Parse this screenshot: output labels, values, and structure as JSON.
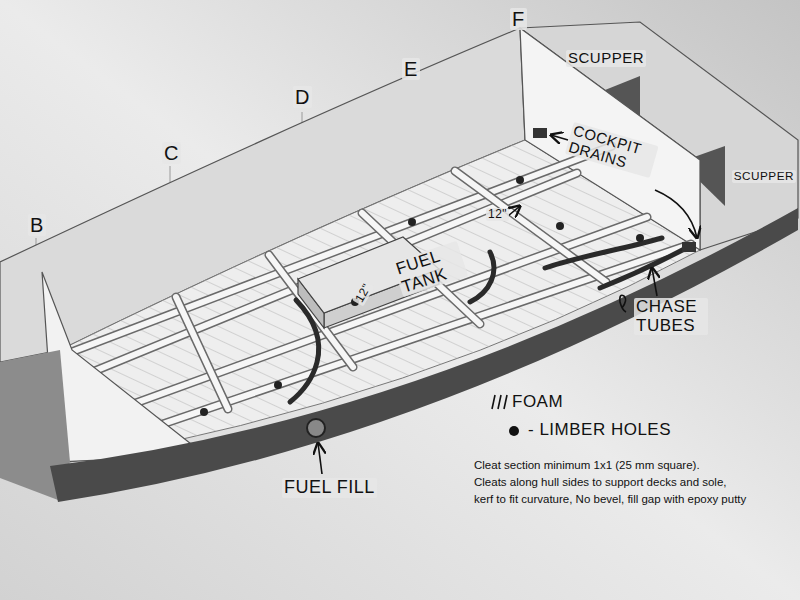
{
  "diagram": {
    "labels": [
      "B",
      "C",
      "D",
      "E",
      "F",
      "SCUPPER",
      "COCKPIT DRAINS",
      "SCUPPER",
      "12\"",
      "12\"",
      "FUEL TANK",
      "CHASE TUBES",
      "FUEL FILL",
      "Cleat section minimum 1x1 (25 mm square).",
      "Cleats along hull sides to support decks and sole,",
      "kerf to fit curvature, No bevel, fill gap with epoxy putty"
    ],
    "legend": [
      {
        "text": "FOAM"
      },
      {
        "text": "- LIMBER HOLES"
      }
    ]
  }
}
